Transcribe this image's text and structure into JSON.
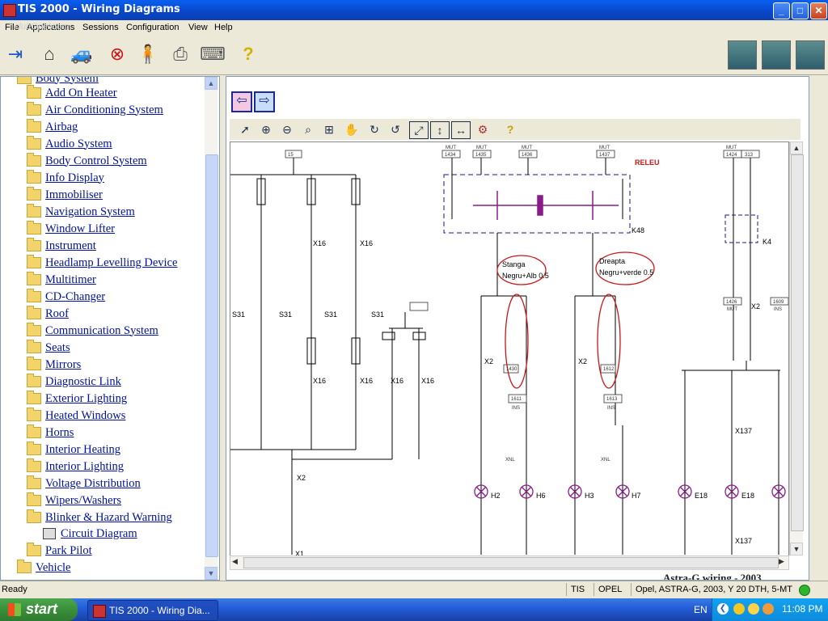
{
  "window": {
    "title": "TIS 2000 - Wiring Diagrams",
    "minimize": "_",
    "maximize": "□",
    "close": "✕"
  },
  "watermark": "clubOpel.com",
  "menu": [
    "File",
    "Applications",
    "Sessions",
    "Configuration",
    "View",
    "Help"
  ],
  "tree": {
    "parent_partial": "Body System",
    "items": [
      "Add On Heater",
      "Air Conditioning System",
      "Airbag",
      "Audio System",
      "Body Control System",
      "Info Display",
      "Immobiliser",
      "Navigation System",
      "Window Lifter",
      "Instrument",
      "Headlamp Levelling Device",
      "Multitimer",
      "CD-Changer",
      "Roof",
      "Communication System",
      "Seats",
      "Mirrors",
      "Diagnostic Link",
      "Exterior Lighting",
      "Heated Windows",
      "Horns",
      "Interior Heating",
      "Interior Lighting",
      "Voltage Distribution",
      "Wipers/Washers",
      "Blinker & Hazard Warning"
    ],
    "child": "Circuit Diagram",
    "after": "Park Pilot",
    "root_next": "Vehicle"
  },
  "diagram": {
    "labels": {
      "releu": "RELEU",
      "k48": "K48",
      "k4": "K4",
      "stanga1": "Stanga",
      "stanga2": "Negru+Alb 0.5",
      "dreapta1": "Dreapta",
      "dreapta2": "Negru+verde 0.5",
      "x16": "X16",
      "s31": "S31",
      "x2": "X2",
      "x137": "X137",
      "x1": "X1",
      "h2": "H2",
      "h6": "H6",
      "h3": "H3",
      "h7": "H7",
      "e18": "E18",
      "mut": "MUT",
      "ins": "INS",
      "xnl": "XNL",
      "b1434": "1434",
      "b1435": "1435",
      "b1436": "1436",
      "b1437": "1437",
      "b1424": "1424",
      "b313": "313",
      "b1426": "1426",
      "b1609": "1609",
      "b15": "15",
      "b1430": "1430",
      "b1611": "1611",
      "b1612": "1612",
      "b1613": "1613"
    },
    "footer": "Astra-G wiring - 2003"
  },
  "status": {
    "ready": "Ready",
    "tis": "TIS",
    "opel": "OPEL",
    "vehicle": "Opel, ASTRA-G, 2003, Y 20 DTH, 5-MT"
  },
  "taskbar": {
    "start": "start",
    "task": "TIS 2000 - Wiring Dia...",
    "lang": "EN",
    "time": "11:08 PM"
  }
}
